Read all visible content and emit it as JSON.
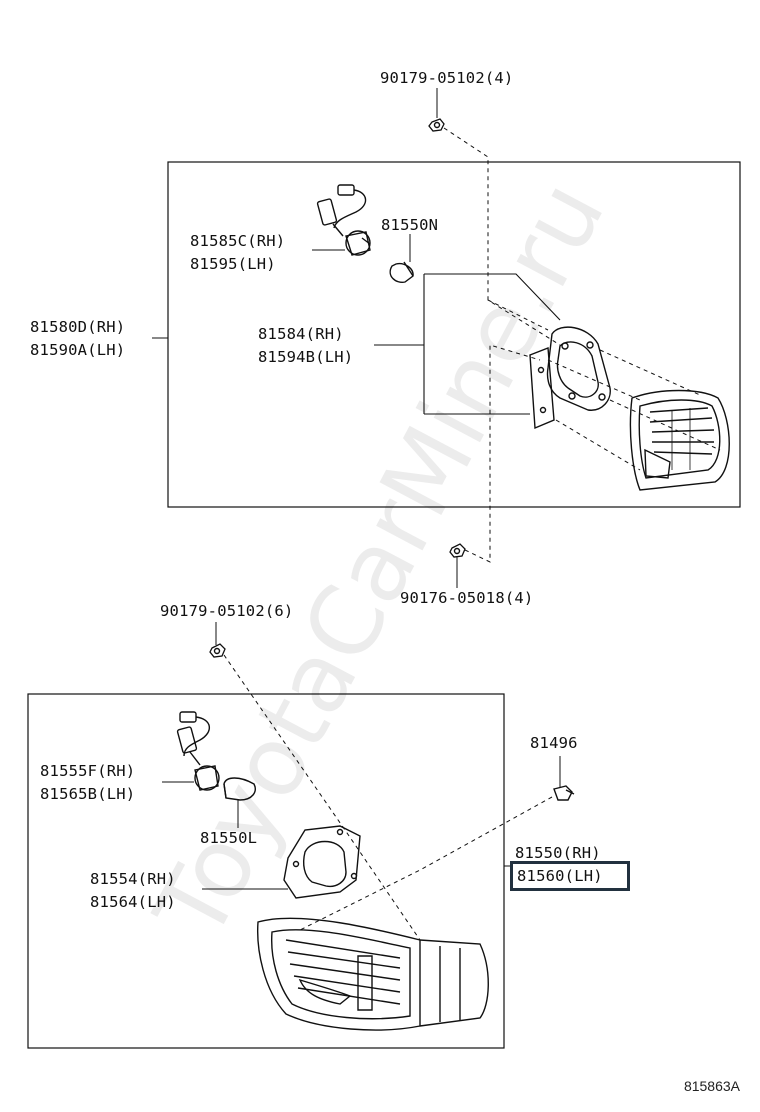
{
  "watermark": "ToyotaCarMine.ru",
  "diagram_code": "815863A",
  "upper_assembly": {
    "screw_top": "90179-05102(4)",
    "screw_bottom": "90176-05018(4)",
    "lamp_assy_rh": "81580D(RH)",
    "lamp_assy_lh": "81590A(LH)",
    "socket_rh": "81585C(RH)",
    "socket_lh": "81595(LH)",
    "bulb": "81550N",
    "gasket_rh": "81584(RH)",
    "gasket_lh": "81594B(LH)"
  },
  "lower_assembly": {
    "screw": "90179-05102(6)",
    "clip": "81496",
    "lamp_assy_rh": "81550(RH)",
    "lamp_assy_lh": "81560(LH)",
    "socket_rh": "81555F(RH)",
    "socket_lh": "81565B(LH)",
    "bulb": "81550L",
    "gasket_rh": "81554(RH)",
    "gasket_lh": "81564(LH)"
  }
}
